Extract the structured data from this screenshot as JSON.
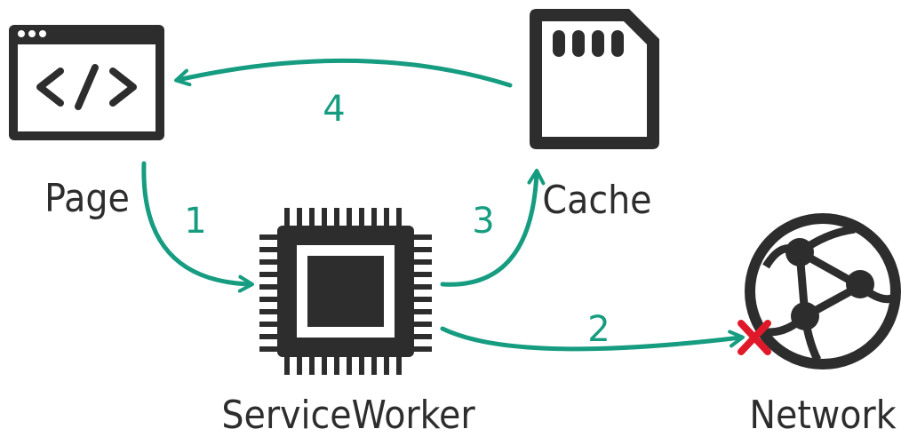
{
  "nodes": {
    "page": {
      "label": "Page",
      "icon": "browser-code-icon"
    },
    "cache": {
      "label": "Cache",
      "icon": "sd-card-icon"
    },
    "service_worker": {
      "label": "ServiceWorker",
      "icon": "cpu-chip-icon"
    },
    "network": {
      "label": "Network",
      "icon": "globe-network-icon"
    }
  },
  "edges": {
    "e1": {
      "label": "1"
    },
    "e2": {
      "label": "2"
    },
    "e3": {
      "label": "3"
    },
    "e4": {
      "label": "4"
    }
  },
  "colors": {
    "arrow": "#169c80",
    "icon": "#2d2d2d",
    "failure_mark": "#e0192a"
  }
}
